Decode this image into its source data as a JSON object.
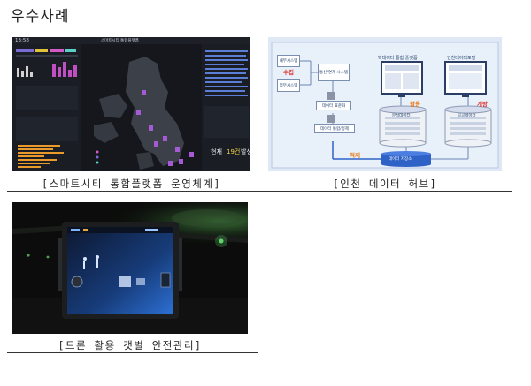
{
  "page": {
    "title": "우수사례"
  },
  "figures": [
    {
      "caption": "[스마트시티 통합플랫폼 운영체계]"
    },
    {
      "caption": "[인천 데이터 허브]"
    },
    {
      "caption": "[드론 활용 갯벌 안전관리]"
    }
  ],
  "dashboard": {
    "clock": "13:58",
    "header": "스마트시티 통합플랫폼",
    "status_label": "현재",
    "status_count": "19건",
    "status_suffix": "발생"
  },
  "hub": {
    "internal": "내부시스템",
    "external": "외부시스템",
    "collect_tag": "수집",
    "link_system": "통신/연계 시스템",
    "standardize": "데이터 표준화",
    "integrate": "데이터 통합/정제",
    "load_tag": "적재",
    "storage": "데이터 저장소",
    "bigdata_platform": "빅데이터 통합 플랫폼",
    "open_portal": "인천데이터포털",
    "use_tag": "활용",
    "open_tag": "개방",
    "analysis_db": "분석데이터",
    "public_db": "공공데이터",
    "colors": {
      "red": "#e0352b",
      "orange": "#e77a17",
      "navy": "#1f3f78",
      "blue": "#2f62c7"
    }
  }
}
